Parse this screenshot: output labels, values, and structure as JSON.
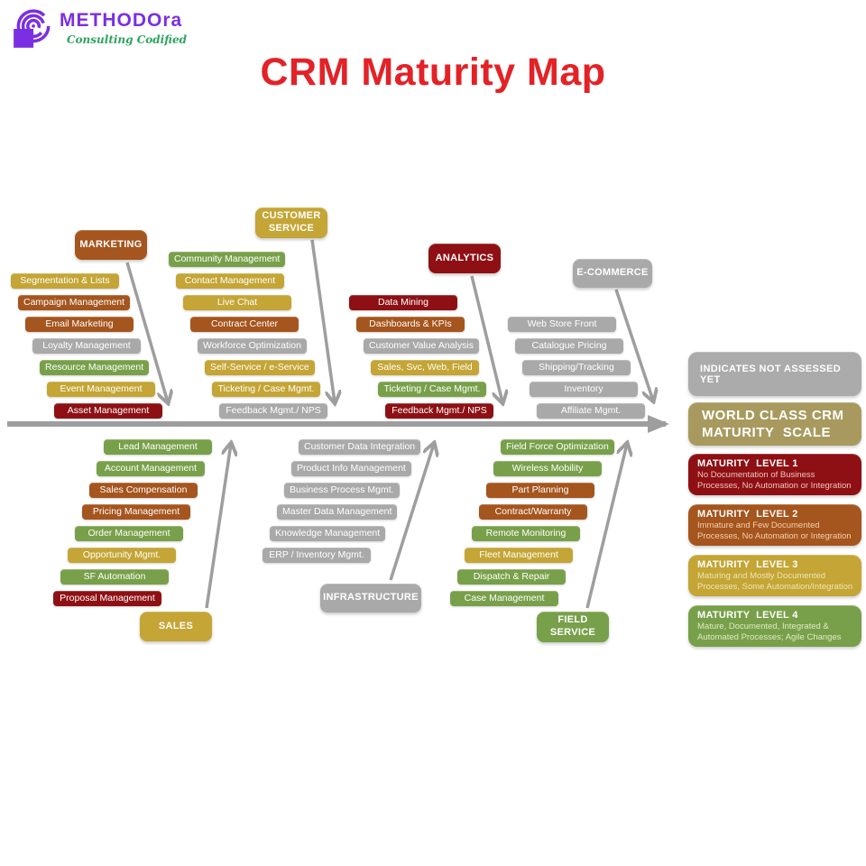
{
  "logo": {
    "name": "METHODOra",
    "tagline": "Consulting Codified",
    "brand_color": "#7c2fe2",
    "tagline_color": "#2ea45b"
  },
  "title": {
    "text": "CRM Maturity Map",
    "color": "#e32227"
  },
  "diagram": {
    "arrow_color": "#9e9e9e"
  },
  "palette": {
    "level1": "#8e1014",
    "level2": "#a5551e",
    "level3": "#c4a535",
    "level4": "#78a04a",
    "not_assessed": "#a9a9a9"
  },
  "columns": [
    {
      "id": "marketing",
      "header": "MARKETING",
      "header_level": "level2",
      "side": "above",
      "items": [
        {
          "label": "Segmentation & Lists",
          "level": "level3"
        },
        {
          "label": "Campaign Management",
          "level": "level2"
        },
        {
          "label": "Email Marketing",
          "level": "level2"
        },
        {
          "label": "Loyalty Management",
          "level": "not_assessed"
        },
        {
          "label": "Resource Management",
          "level": "level4"
        },
        {
          "label": "Event Management",
          "level": "level3"
        },
        {
          "label": "Asset Management",
          "level": "level1"
        }
      ]
    },
    {
      "id": "customer_service",
      "header": "CUSTOMER SERVICE",
      "header_level": "level3",
      "side": "above",
      "items": [
        {
          "label": "Community Management",
          "level": "level4"
        },
        {
          "label": "Contact Management",
          "level": "level3"
        },
        {
          "label": "Live Chat",
          "level": "level3"
        },
        {
          "label": "Contract Center",
          "level": "level2"
        },
        {
          "label": "Workforce Optimization",
          "level": "not_assessed"
        },
        {
          "label": "Self-Service / e-Service",
          "level": "level3"
        },
        {
          "label": "Ticketing / Case Mgmt.",
          "level": "level3"
        },
        {
          "label": "Feedback Mgmt./ NPS",
          "level": "not_assessed"
        }
      ]
    },
    {
      "id": "analytics",
      "header": "ANALYTICS",
      "header_level": "level1",
      "side": "above",
      "items": [
        {
          "label": "Data Mining",
          "level": "level1"
        },
        {
          "label": "Dashboards & KPIs",
          "level": "level2"
        },
        {
          "label": "Customer Value Analysis",
          "level": "not_assessed"
        },
        {
          "label": "Sales, Svc, Web, Field",
          "level": "level3"
        },
        {
          "label": "Ticketing / Case Mgmt.",
          "level": "level4"
        },
        {
          "label": "Feedback Mgmt./ NPS",
          "level": "level1"
        }
      ]
    },
    {
      "id": "ecommerce",
      "header": "E-COMMERCE",
      "header_level": "not_assessed",
      "side": "above",
      "items": [
        {
          "label": "Web Store Front",
          "level": "not_assessed"
        },
        {
          "label": "Catalogue Pricing",
          "level": "not_assessed"
        },
        {
          "label": "Shipping/Tracking",
          "level": "not_assessed"
        },
        {
          "label": "Inventory",
          "level": "not_assessed"
        },
        {
          "label": "Affiliate Mgmt.",
          "level": "not_assessed"
        }
      ]
    },
    {
      "id": "sales",
      "header": "SALES",
      "header_level": "level3",
      "side": "below",
      "items": [
        {
          "label": "Lead Management",
          "level": "level4"
        },
        {
          "label": "Account Management",
          "level": "level4"
        },
        {
          "label": "Sales Compensation",
          "level": "level2"
        },
        {
          "label": "Pricing Management",
          "level": "level2"
        },
        {
          "label": "Order Management",
          "level": "level4"
        },
        {
          "label": "Opportunity Mgmt.",
          "level": "level3"
        },
        {
          "label": "SF Automation",
          "level": "level4"
        },
        {
          "label": "Proposal Management",
          "level": "level1"
        }
      ]
    },
    {
      "id": "infrastructure",
      "header": "INFRASTRUCTURE",
      "header_level": "not_assessed",
      "side": "below",
      "items": [
        {
          "label": "Customer Data Integration",
          "level": "not_assessed"
        },
        {
          "label": "Product Info Management",
          "level": "not_assessed"
        },
        {
          "label": "Business Process Mgmt.",
          "level": "not_assessed"
        },
        {
          "label": "Master Data Management",
          "level": "not_assessed"
        },
        {
          "label": "Knowledge Management",
          "level": "not_assessed"
        },
        {
          "label": "ERP / Inventory Mgmt.",
          "level": "not_assessed"
        }
      ]
    },
    {
      "id": "field_service",
      "header": "FIELD SERVICE",
      "header_level": "level4",
      "side": "below",
      "items": [
        {
          "label": "Field Force Optimization",
          "level": "level4"
        },
        {
          "label": "Wireless Mobility",
          "level": "level4"
        },
        {
          "label": "Part Planning",
          "level": "level2"
        },
        {
          "label": "Contract/Warranty",
          "level": "level2"
        },
        {
          "label": "Remote Monitoring",
          "level": "level4"
        },
        {
          "label": "Fleet Management",
          "level": "level3"
        },
        {
          "label": "Dispatch & Repair",
          "level": "level4"
        },
        {
          "label": "Case Management",
          "level": "level4"
        }
      ]
    }
  ],
  "legend": {
    "not_assessed": {
      "label": "INDICATES NOT ASSESSED YET",
      "color": "#ababab"
    },
    "world_class": {
      "label": "WORLD CLASS CRM MATURITY  SCALE",
      "color": "#a89a5e"
    },
    "maturity_levels": [
      {
        "title": "MATURITY  LEVEL 1",
        "description": "No Documentation of Business Processes, No Automation or Integration",
        "color": "#8e1014",
        "text_color": "#efc7bd"
      },
      {
        "title": "MATURITY  LEVEL 2",
        "description": "Immature and Few Documented Processes, No Automation or Integration",
        "color": "#a5551e",
        "text_color": "#f3d2ad"
      },
      {
        "title": "MATURITY  LEVEL 3",
        "description": "Maturing and Mostly Documented Processes, Some Automation/Integration",
        "color": "#c4a535",
        "text_color": "#efe6b6"
      },
      {
        "title": "MATURITY  LEVEL 4",
        "description": "Mature, Documented, Integrated & Automated Processes; Agile Changes",
        "color": "#78a04a",
        "text_color": "#e0eac6"
      }
    ]
  }
}
